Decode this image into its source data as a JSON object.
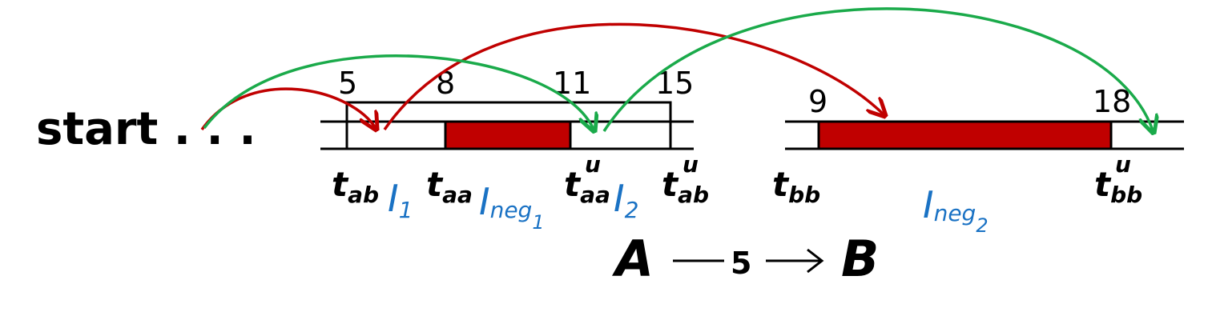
{
  "start_label": "start . . .",
  "colors": {
    "red": "#c00000",
    "green": "#1aaa4a",
    "blue": "#1a72c4",
    "bar": "#c00000"
  },
  "timeline1": {
    "ticks": [
      "5",
      "8",
      "11",
      "15"
    ],
    "time_labels": [
      {
        "base": "t",
        "sub": "ab",
        "sup": ""
      },
      {
        "base": "t",
        "sub": "aa",
        "sup": ""
      },
      {
        "base": "t",
        "sub": "aa",
        "sup": "u"
      },
      {
        "base": "t",
        "sub": "ab",
        "sup": "u"
      }
    ],
    "intervals": [
      {
        "base": "I",
        "sub": "1",
        "subsub": ""
      },
      {
        "base": "I",
        "sub": "neg",
        "subsub": "1"
      },
      {
        "base": "I",
        "sub": "2",
        "subsub": ""
      }
    ]
  },
  "timeline2": {
    "ticks": [
      "9",
      "18"
    ],
    "time_labels": [
      {
        "base": "t",
        "sub": "bb",
        "sup": ""
      },
      {
        "base": "t",
        "sub": "bb",
        "sup": "u"
      }
    ],
    "intervals": [
      {
        "base": "I",
        "sub": "neg",
        "subsub": "2"
      }
    ]
  },
  "relation": {
    "from": "A",
    "weight": "5",
    "to": "B"
  }
}
